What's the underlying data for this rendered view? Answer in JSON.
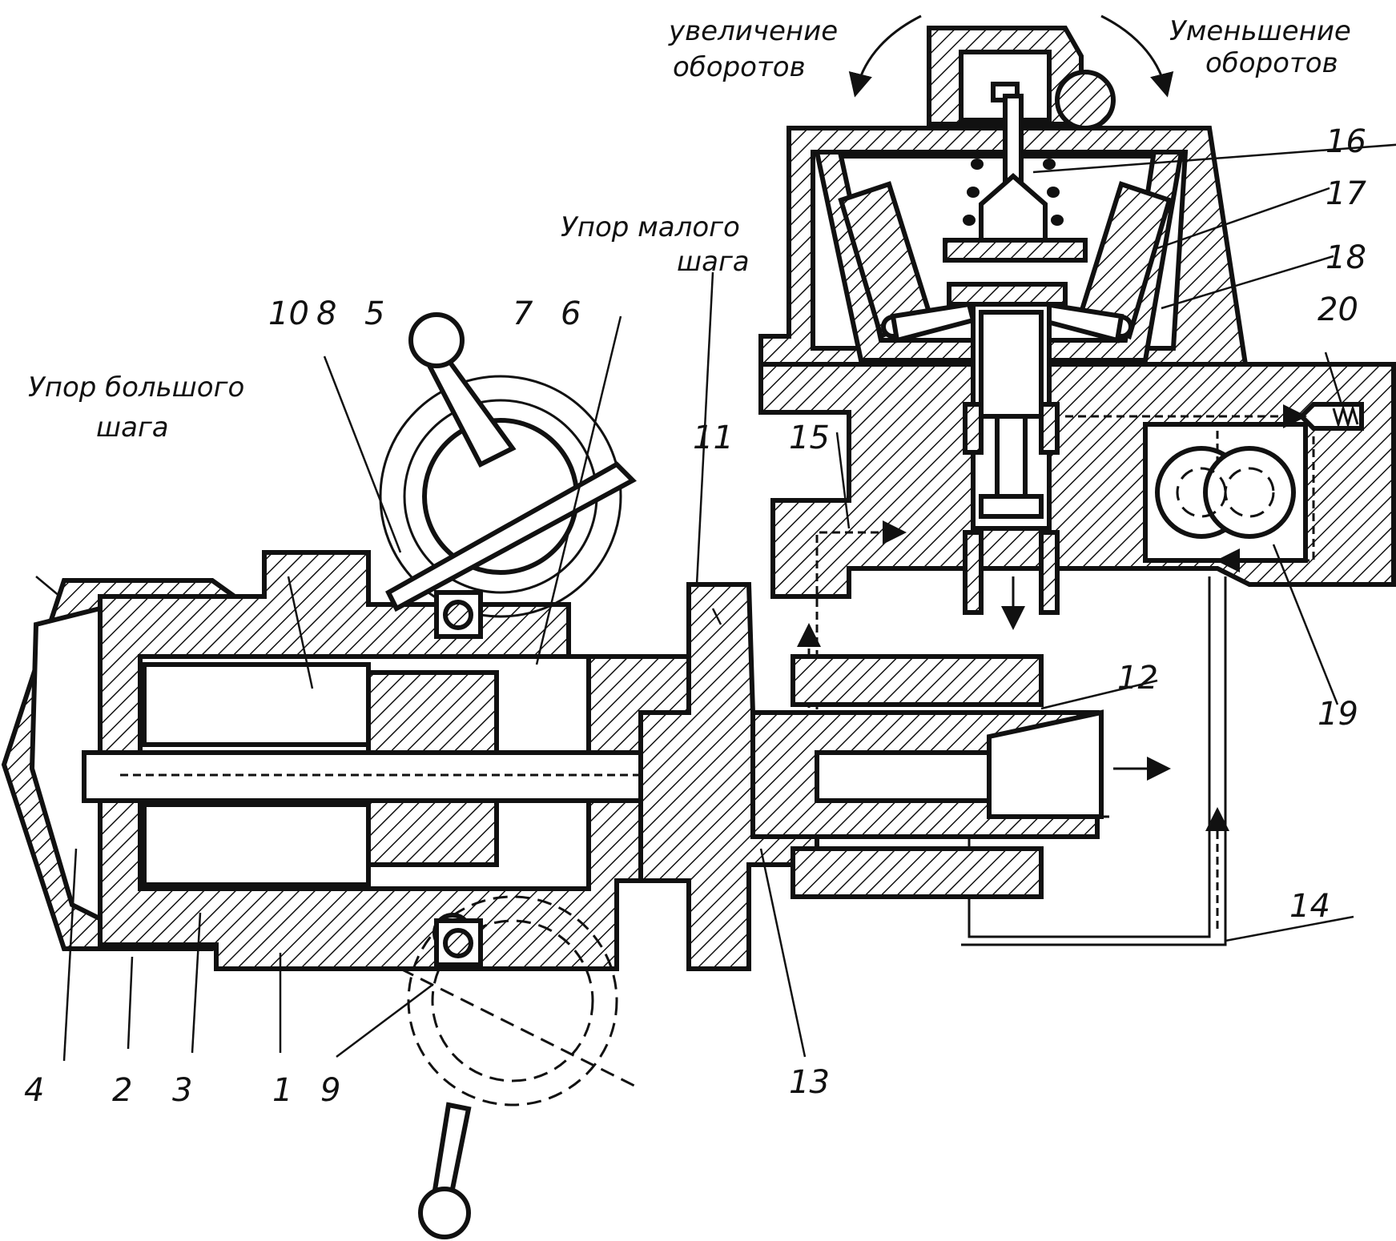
{
  "captions": {
    "increase_rpm_line1": "увеличение",
    "increase_rpm_line2": "оборотов",
    "decrease_rpm_line1": "Уменьшение",
    "decrease_rpm_line2": "оборотов",
    "fine_pitch_stop_line1": "Упор малого",
    "fine_pitch_stop_line2": "шага",
    "coarse_pitch_stop_line1": "Упор большого",
    "coarse_pitch_stop_line2": "шага"
  },
  "part_numbers": {
    "n1": "1",
    "n2": "2",
    "n3": "3",
    "n4": "4",
    "n5": "5",
    "n6": "6",
    "n7": "7",
    "n8": "8",
    "n9": "9",
    "n10": "10",
    "n11": "11",
    "n12": "12",
    "n13": "13",
    "n14": "14",
    "n15": "15",
    "n16": "16",
    "n17": "17",
    "n18": "18",
    "n19": "19",
    "n20": "20"
  },
  "colors": {
    "ink": "#111111",
    "paper": "#ffffff"
  }
}
